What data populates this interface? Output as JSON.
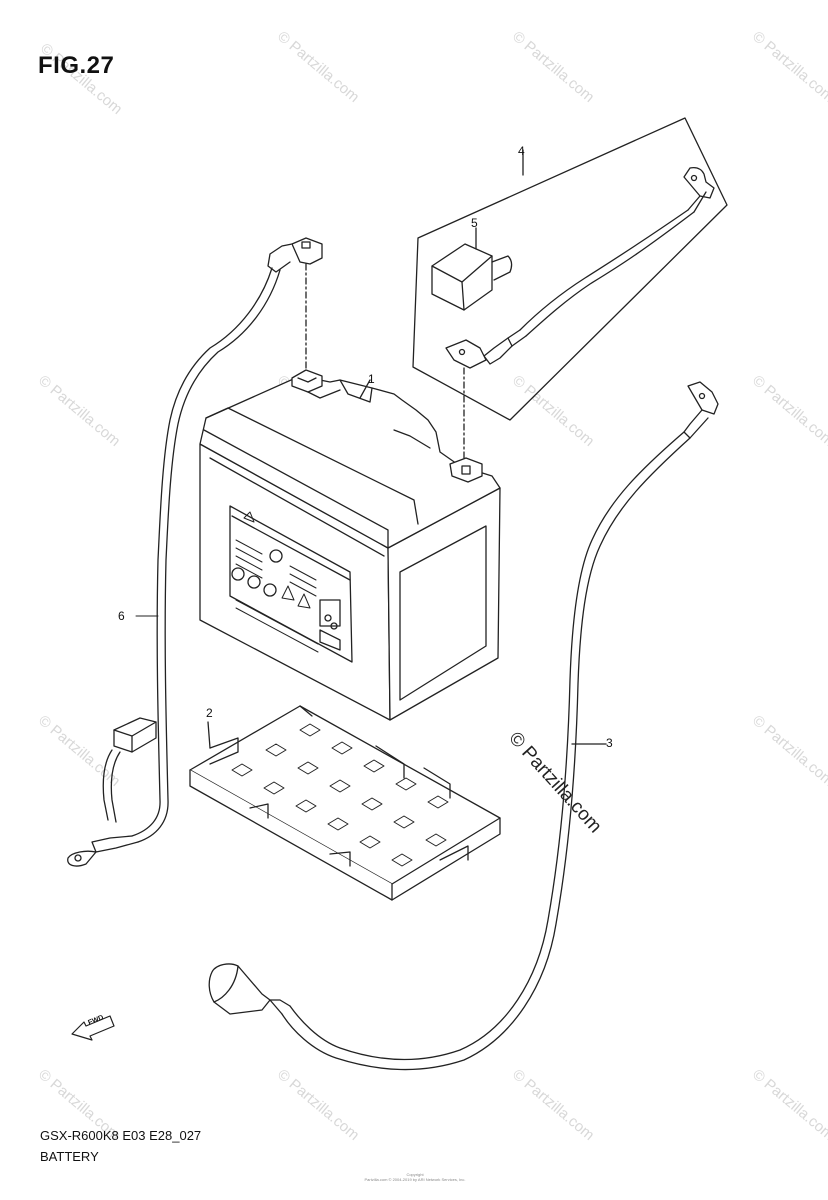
{
  "figure": {
    "title": "FIG.27",
    "model_code": "GSX-R600K8 E03 E28_027",
    "section": "BATTERY",
    "fwd_label": "FWD",
    "copyright_fine": [
      "Copyright",
      "Partzilla.com © 2004-2019 by ARI Network Services, Inc."
    ]
  },
  "callouts": [
    "1",
    "2",
    "3",
    "4",
    "5",
    "6"
  ],
  "watermark": {
    "text": "© Partzilla.com",
    "center_text": "© Partzilla.com"
  },
  "colors": {
    "line": "#222222",
    "watermark": "#d8d8d8"
  }
}
